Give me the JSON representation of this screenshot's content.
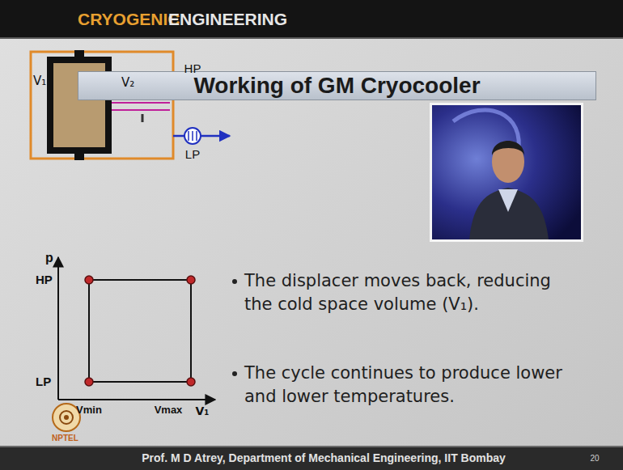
{
  "diagram": {
    "title": "Working of GM Cryocooler",
    "labels": [
      "CRYOGENIC",
      "ENGINEERING",
      "HP",
      "V₁",
      "V₂",
      "LP",
      "p",
      "HP",
      "LP",
      "Vmin",
      "Vmax",
      "V₁",
      "The displacer moves back, reducing the cold space volume (V₁).",
      "The cycle continues to produce lower and lower temperatures.",
      "NPTEL",
      "Prof. M D Atrey, Department of Mechanical Engineering, IIT Bombay",
      "20"
    ]
  }
}
